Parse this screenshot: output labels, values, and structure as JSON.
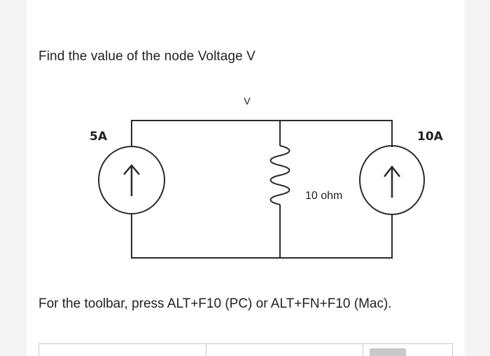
{
  "question": {
    "prompt": "Find the value of the node Voltage V"
  },
  "circuit": {
    "node_label": "V",
    "source_left_label": "5A",
    "source_right_label": "10A",
    "resistor_label": "10 ohm"
  },
  "instructions": {
    "toolbar_hint": "For the toolbar, press ALT+F10 (PC) or ALT+FN+F10 (Mac)."
  },
  "colors": {
    "text": "#222222",
    "wire": "#2a2a2a",
    "toolbar_border": "#c9c9c9",
    "toolbar_button": "#c8c8c8"
  }
}
